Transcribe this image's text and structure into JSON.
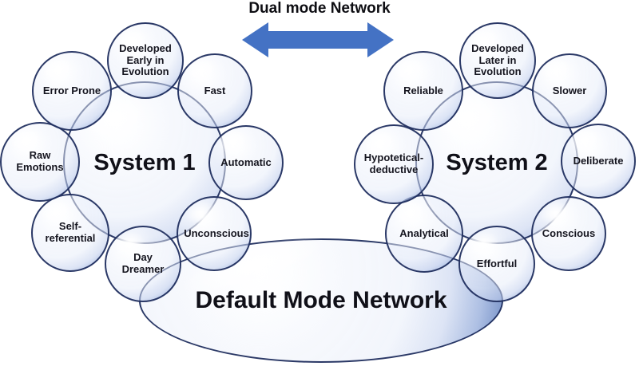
{
  "header": {
    "title": "Dual mode Network"
  },
  "clusters": [
    {
      "id": "system1",
      "center_label": "System 1",
      "satellites": [
        "Developed Early in Evolution",
        "Fast",
        "Automatic",
        "Unconscious",
        "Day Dreamer",
        "Self-referential",
        "Raw Emotions",
        "Error Prone"
      ]
    },
    {
      "id": "system2",
      "center_label": "System 2",
      "satellites": [
        "Developed Later in Evolution",
        "Slower",
        "Deliberate",
        "Conscious",
        "Effortful",
        "Analytical",
        "Hypotetical-deductive",
        "Reliable"
      ]
    }
  ],
  "default_mode": {
    "label": "Default Mode Network"
  },
  "colors": {
    "arrow": "#4472c4",
    "bubble_outline": "#1a295a",
    "bubble_rim": "#7e9bd0",
    "bubble_fill": "#e9edf7",
    "text": "#15151f"
  }
}
